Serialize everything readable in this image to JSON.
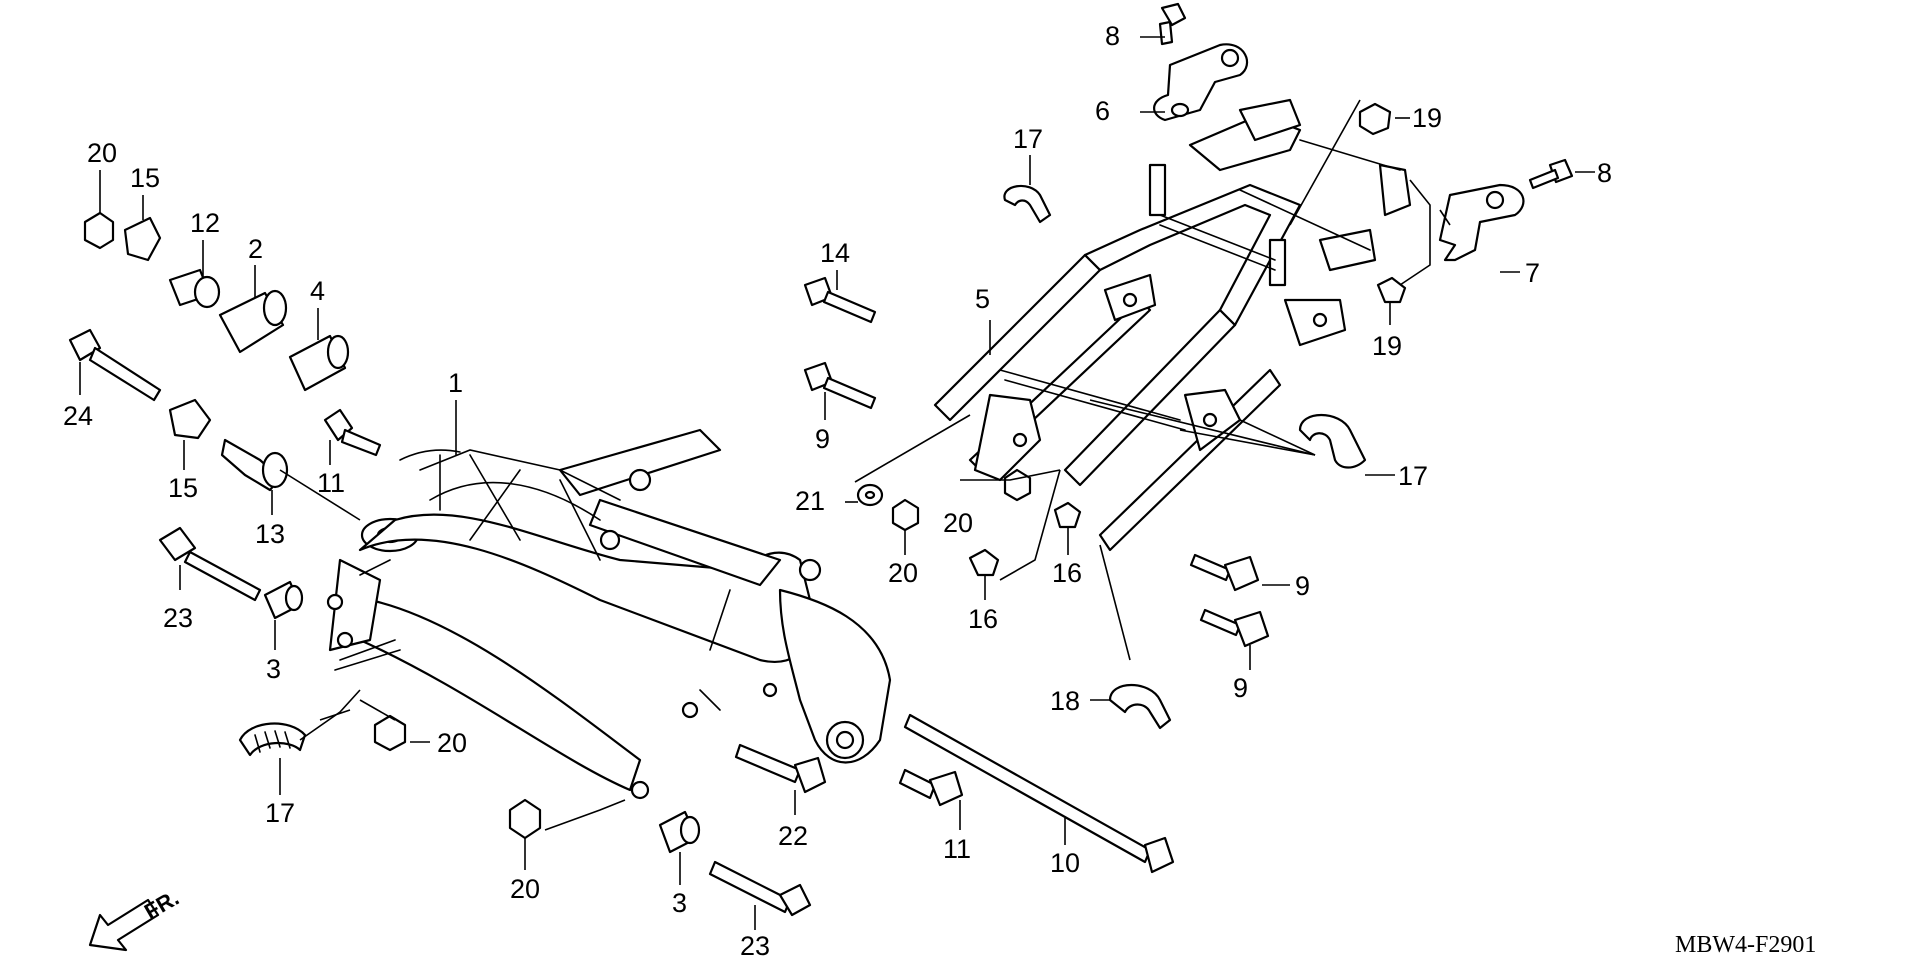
{
  "diagram": {
    "code": "MBW4-F2901",
    "direction_marker": "FR.",
    "callouts": [
      "20",
      "15",
      "12",
      "2",
      "4",
      "24",
      "15",
      "11",
      "1",
      "13",
      "23",
      "3",
      "17",
      "20",
      "20",
      "3",
      "23",
      "22",
      "11",
      "10",
      "14",
      "9",
      "21",
      "20",
      "20",
      "16",
      "16",
      "5",
      "17",
      "8",
      "6",
      "19",
      "8",
      "7",
      "19",
      "17",
      "9",
      "9",
      "18"
    ],
    "colors": {
      "ink": "#000000",
      "background": "#ffffff"
    }
  }
}
